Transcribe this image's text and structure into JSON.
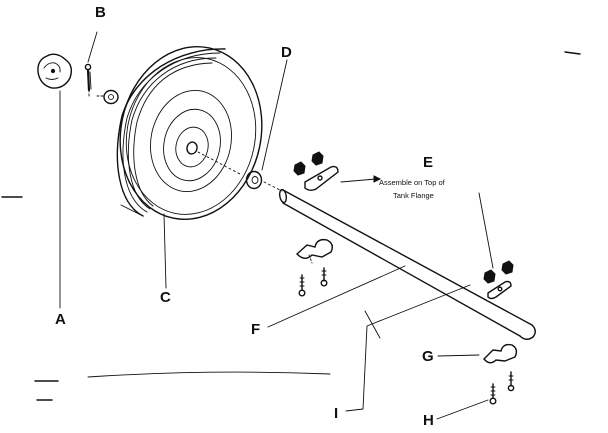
{
  "labels": {
    "A": "A",
    "B": "B",
    "C": "C",
    "D": "D",
    "E": "E",
    "F": "F",
    "G": "G",
    "H": "H",
    "I": "I"
  },
  "note": {
    "line1": "Assemble on Top of",
    "line2": "Tank Flange"
  }
}
